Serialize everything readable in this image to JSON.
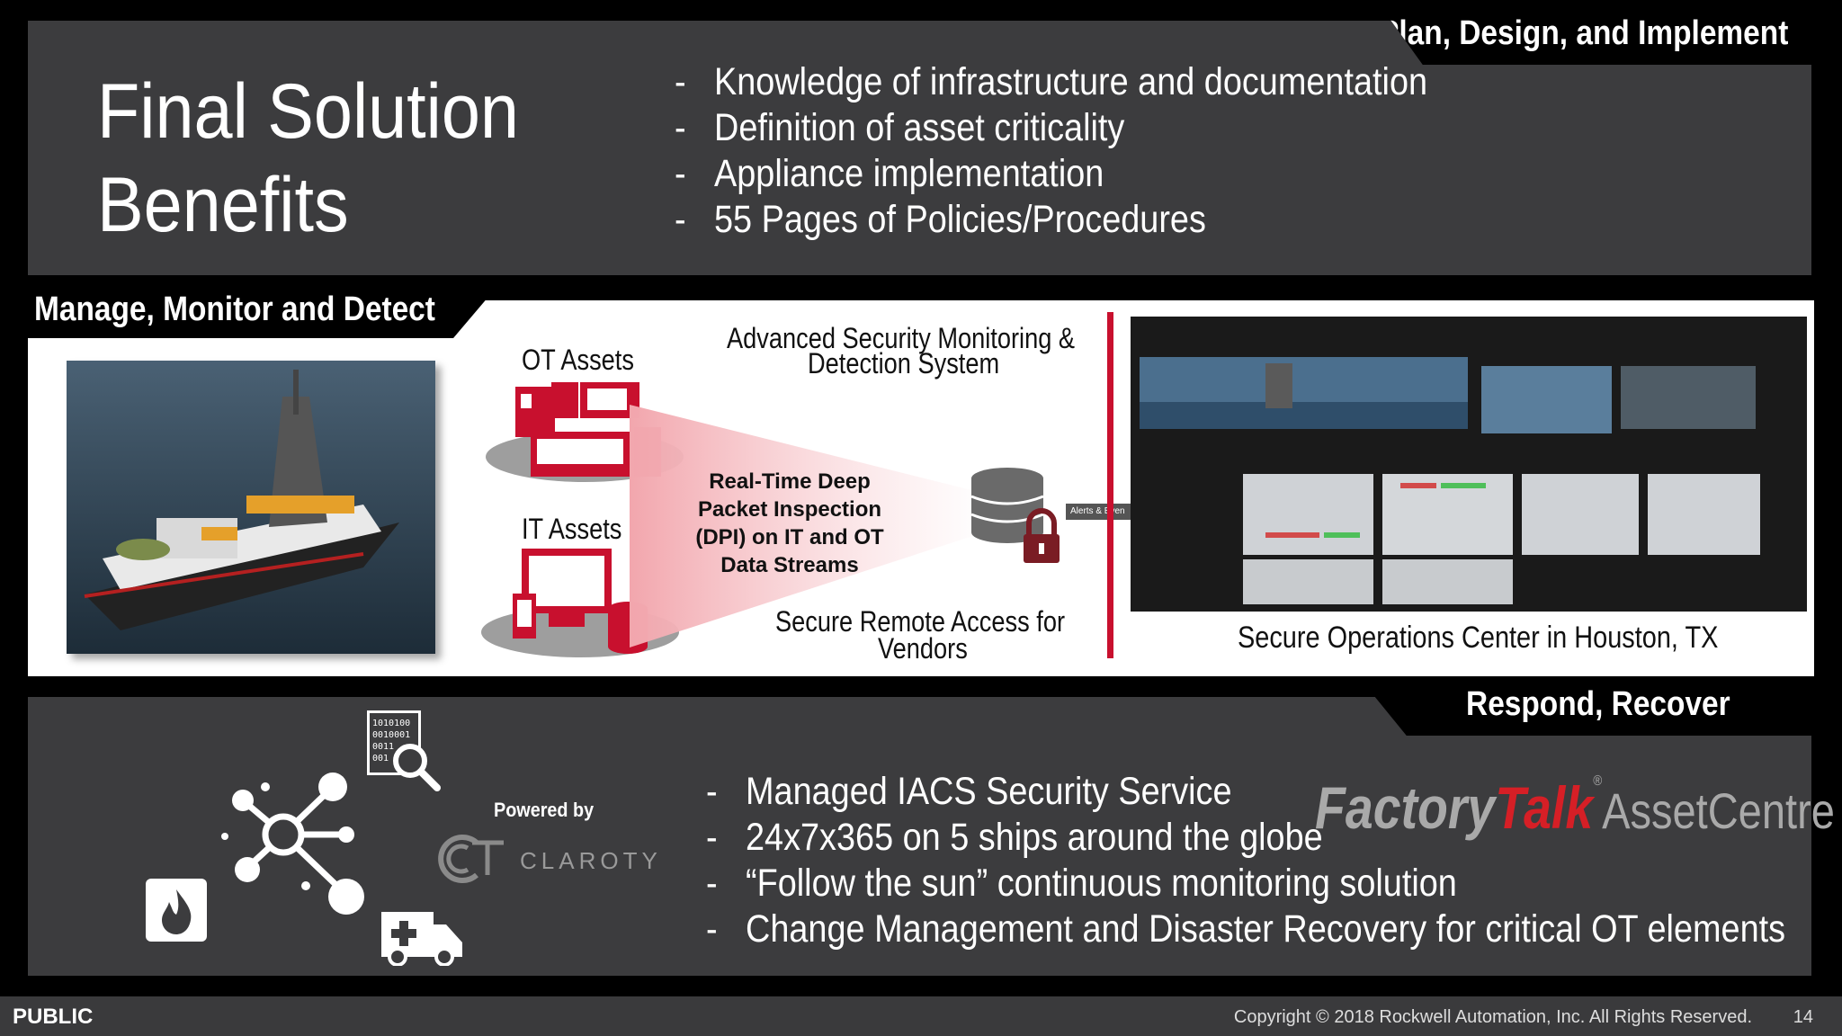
{
  "top": {
    "tab_label": "Plan, Design, and Implement",
    "title_line1": "Final Solution",
    "title_line2": "Benefits",
    "bullets": [
      "Knowledge of infrastructure and documentation",
      "Definition of asset criticality",
      "Appliance implementation",
      "55 Pages of Policies/Procedures"
    ]
  },
  "middle": {
    "tab_label": "Manage, Monitor and Detect",
    "ot_assets": "OT Assets",
    "it_assets": "IT Assets",
    "monitoring_line1": "Advanced Security Monitoring &",
    "monitoring_line2": "Detection System",
    "dpi_lines": [
      "Real-Time Deep",
      "Packet Inspection",
      "(DPI) on IT and OT",
      "Data Streams"
    ],
    "remote_line1": "Secure Remote Access for",
    "remote_line2": "Vendors",
    "alerts_label": "Alerts & Even",
    "soc_caption": "Secure Operations Center in Houston, TX",
    "accent_color": "#c8102e"
  },
  "bottom": {
    "tab_label": "Respond, Recover",
    "powered_by": "Powered by",
    "claroty": "CLAROTY",
    "bullets": [
      "Managed IACS Security Service",
      "24x7x365 on 5 ships around the globe",
      "“Follow the sun” continuous monitoring solution",
      "Change Management and Disaster Recovery for critical OT elements"
    ],
    "logo_factory": "Factory",
    "logo_talk": "Talk",
    "logo_reg": "®",
    "logo_asset": "AssetCentre",
    "binary_lines": [
      "1010100",
      "0010001",
      "0011",
      "001"
    ]
  },
  "footer": {
    "classification": "PUBLIC",
    "copyright": "Copyright © 2018 Rockwell Automation, Inc. All Rights Reserved.",
    "page_number": "14"
  },
  "icons": [
    "network-hub-icon",
    "data-search-icon",
    "fire-icon",
    "ambulance-icon",
    "database-lock-icon",
    "ot-assets-icon",
    "it-assets-icon"
  ]
}
